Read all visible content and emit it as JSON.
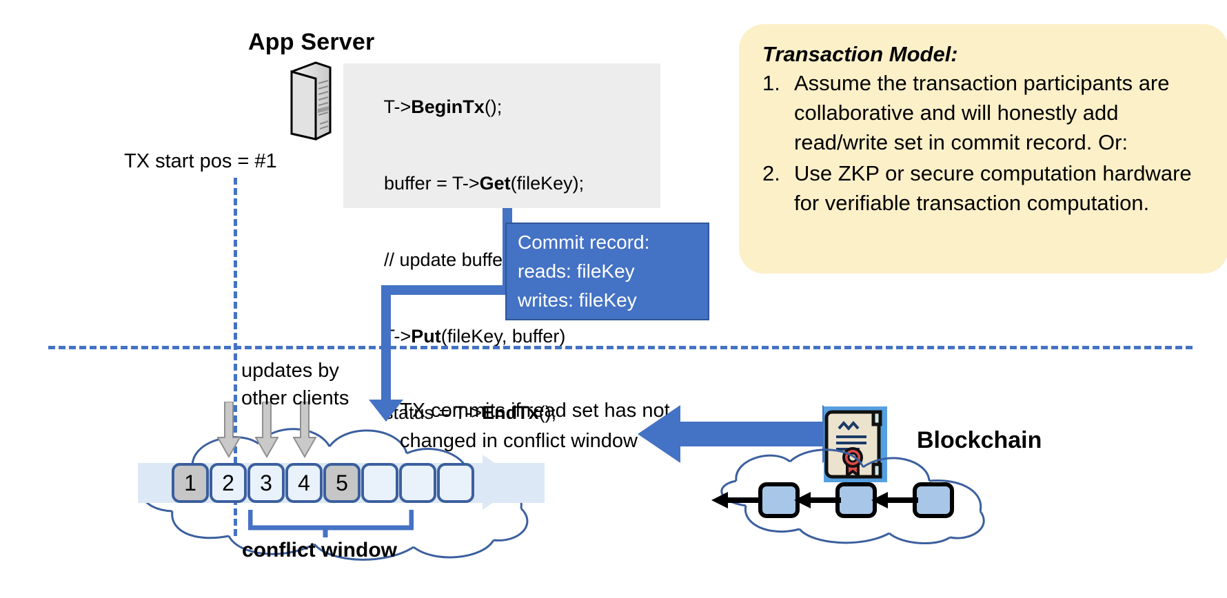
{
  "app_server": {
    "title": "App Server",
    "icon": "server-tower-icon",
    "code_lines": [
      {
        "pre": "T->",
        "bold": "BeginTx",
        "post": "();"
      },
      {
        "pre": "buffer = T->",
        "bold": "Get",
        "post": "(fileKey);"
      },
      {
        "pre": "// update buffer;",
        "bold": "",
        "post": ""
      },
      {
        "pre": "T->",
        "bold": "Put",
        "post": "(fileKey, buffer)"
      },
      {
        "pre": "status = T->",
        "bold": "EndTx",
        "post": "();"
      }
    ]
  },
  "tx_start": {
    "label": "TX start pos = #1"
  },
  "commit_record": {
    "lines": [
      "Commit record:",
      "reads: fileKey",
      "writes: fileKey"
    ],
    "fill": "#4472c4",
    "border": "#2f5597",
    "text_color": "#ffffff"
  },
  "transaction_model": {
    "title": "Transaction Model:",
    "background": "#fcf0c9",
    "items": [
      {
        "num": "1.",
        "text": "Assume the transaction participants are collaborative and will honestly add read/write set in commit record.  Or:"
      },
      {
        "num": "2.",
        "text": "Use ZKP or secure computation hardware for verifiable transaction computation."
      }
    ]
  },
  "ledger": {
    "updates_label_lines": [
      "updates by",
      "other clients"
    ],
    "commit_label_lines": [
      "TX commits if read set has not",
      "changed in conflict window"
    ],
    "conflict_window_label": "conflict window",
    "blocks": [
      {
        "label": "1",
        "state": "gray"
      },
      {
        "label": "2",
        "state": "blue"
      },
      {
        "label": "3",
        "state": "blue"
      },
      {
        "label": "4",
        "state": "blue"
      },
      {
        "label": "5",
        "state": "gray"
      },
      {
        "label": "",
        "state": "blue"
      },
      {
        "label": "",
        "state": "blue"
      },
      {
        "label": "",
        "state": "blue"
      }
    ],
    "update_arrow_count": 3,
    "colors": {
      "block_border": "#3b5f9e",
      "block_blue": "#e9f1fa",
      "block_gray": "#c6c6c6",
      "band": "#dce8f5",
      "accent": "#4472c4",
      "gray_arrow": "#c9c9c9"
    }
  },
  "blockchain": {
    "label": "Blockchain",
    "cert_icon": "certificate-seal-icon",
    "double_arrow_icon": "double-headed-arrow-icon",
    "block_count": 3,
    "colors": {
      "arrow": "#4472c4",
      "block_fill": "#a8c7e8",
      "cert_bg": "#56a0e0",
      "cert_paper": "#ece3cf",
      "seal": "#e04a4a"
    }
  }
}
